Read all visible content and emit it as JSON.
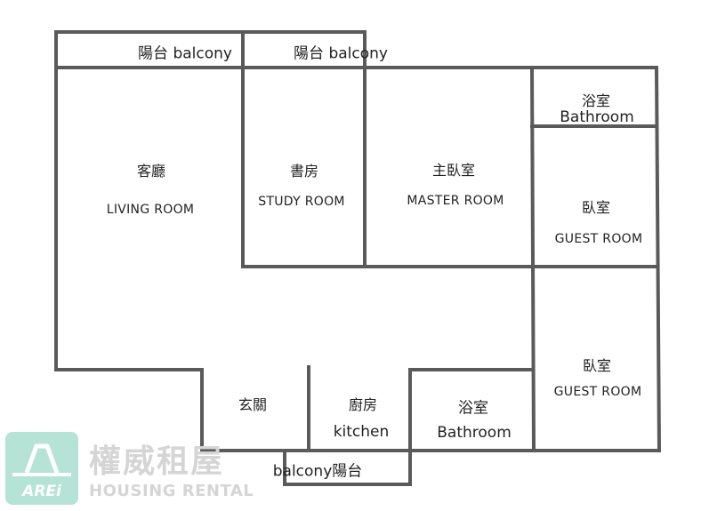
{
  "rooms": {
    "balcony_left": "陽台 balcony",
    "balcony_mid": "陽台 balcony",
    "living_zh": "客廳",
    "living_en": "LIVING ROOM",
    "study_zh": "書房",
    "study_en": "STUDY ROOM",
    "master_zh": "主臥室",
    "master_en": "MASTER ROOM",
    "bath_top_zh": "浴室",
    "bath_top_en": "Bathroom",
    "guest1_zh": "臥室",
    "guest1_en": "GUEST ROOM",
    "guest2_zh": "臥室",
    "guest2_en": "GUEST ROOM",
    "entry_zh": "玄關",
    "kitchen_zh": "廚房",
    "kitchen_en": "kitchen",
    "bath_bottom_zh": "浴室",
    "bath_bottom_en": "Bathroom",
    "balcony_bottom": "balcony陽台"
  },
  "watermark": {
    "logo_text": "AREi",
    "name_zh": "權威租屋",
    "name_en": "HOUSING RENTAL",
    "color": "#79cdb5"
  }
}
